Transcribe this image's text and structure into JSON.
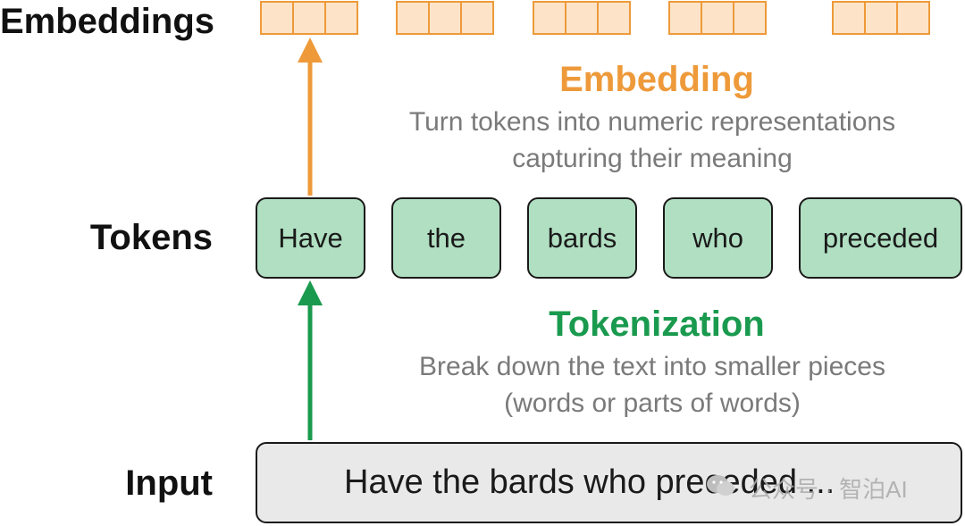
{
  "labels": {
    "embeddings": "Embeddings",
    "tokens": "Tokens",
    "input": "Input"
  },
  "embedding_step": {
    "title": "Embedding",
    "desc_line1": "Turn tokens into numeric representations",
    "desc_line2": "capturing their meaning"
  },
  "tokenization_step": {
    "title": "Tokenization",
    "desc_line1": "Break down the text into smaller pieces",
    "desc_line2": "(words or parts of words)"
  },
  "tokens": [
    "Have",
    "the",
    "bards",
    "who",
    "preceded"
  ],
  "input_text": "Have the bards who preceded ...",
  "watermark": "公众号 · 智泊AI",
  "colors": {
    "embedding_accent": "#ee9a3a",
    "tokenization_accent": "#1a9a4e",
    "token_fill": "#b0dfc2",
    "embedding_fill": "#fde4c8",
    "input_fill": "#e9e9e9"
  }
}
